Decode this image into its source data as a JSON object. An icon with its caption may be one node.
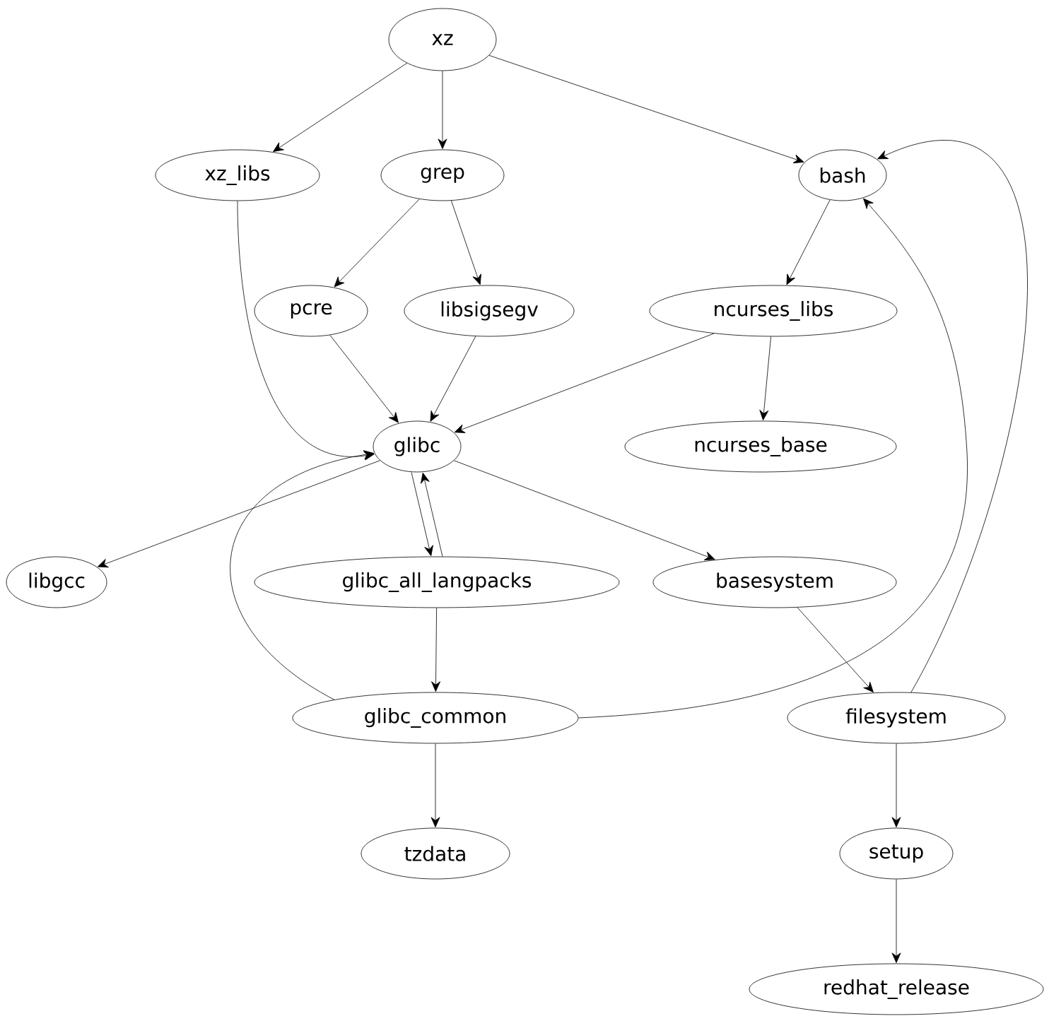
{
  "diagram": {
    "nodes": [
      {
        "text": [
          "xz"
        ]
      },
      {
        "text": [
          "xz_libs"
        ]
      },
      {
        "text": [
          "grep"
        ]
      },
      {
        "text": [
          "bash"
        ]
      },
      {
        "text": [
          "pcre"
        ]
      },
      {
        "text": [
          "libsigsegv"
        ]
      },
      {
        "text": [
          "ncurses_libs"
        ]
      },
      {
        "text": [
          "glibc"
        ]
      },
      {
        "text": [
          "ncurses_base"
        ]
      },
      {
        "text": [
          "libgcc"
        ]
      },
      {
        "text": [
          "glibc_all_langpacks"
        ]
      },
      {
        "text": [
          "basesystem"
        ]
      },
      {
        "text": [
          "glibc_common"
        ]
      },
      {
        "text": [
          "filesystem"
        ]
      },
      {
        "text": [
          "tzdata"
        ]
      },
      {
        "text": [
          "setup"
        ]
      },
      {
        "text": [
          "redhat_release"
        ]
      }
    ],
    "edges": [
      {
        "from": 0,
        "to": 1,
        "arrow": "to"
      },
      {
        "from": 0,
        "to": 2,
        "arrow": "to"
      },
      {
        "from": 0,
        "to": 3,
        "arrow": "to"
      },
      {
        "from": 2,
        "to": 4,
        "arrow": "to"
      },
      {
        "from": 2,
        "to": 5,
        "arrow": "to"
      },
      {
        "from": 3,
        "to": 6,
        "arrow": "to"
      },
      {
        "from": 1,
        "to": 7,
        "arrow": "to"
      },
      {
        "from": 4,
        "to": 7,
        "arrow": "to"
      },
      {
        "from": 5,
        "to": 7,
        "arrow": "to"
      },
      {
        "from": 6,
        "to": 7,
        "arrow": "to"
      },
      {
        "from": 6,
        "to": 8,
        "arrow": "to"
      },
      {
        "from": 7,
        "to": 9,
        "arrow": "to"
      },
      {
        "from": 7,
        "to": 10,
        "arrow": "to"
      },
      {
        "from": 10,
        "to": 7,
        "arrow": "to"
      },
      {
        "from": 7,
        "to": 11,
        "arrow": "to"
      },
      {
        "from": 10,
        "to": 12,
        "arrow": "to"
      },
      {
        "from": 12,
        "to": 7,
        "arrow": "to"
      },
      {
        "from": 12,
        "to": 3,
        "arrow": "to"
      },
      {
        "from": 11,
        "to": 13,
        "arrow": "to"
      },
      {
        "from": 13,
        "to": 3,
        "arrow": "to"
      },
      {
        "from": 13,
        "to": 15,
        "arrow": "to"
      },
      {
        "from": 12,
        "to": 14,
        "arrow": "to"
      },
      {
        "from": 15,
        "to": 16,
        "arrow": "to"
      }
    ]
  }
}
